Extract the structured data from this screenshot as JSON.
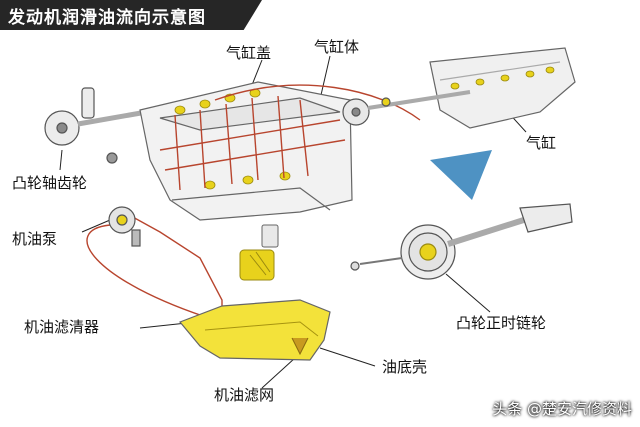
{
  "title": "发动机润滑油流向示意图",
  "labels": {
    "cylinder_head_cover": "气缸盖",
    "cylinder_block": "气缸体",
    "cylinder": "气缸",
    "camshaft_gear": "凸轮轴齿轮",
    "oil_pump": "机油泵",
    "oil_filter": "机油滤清器",
    "oil_pan": "油底壳",
    "oil_strainer": "机油滤网",
    "cam_timing_sprocket": "凸轮正时链轮"
  },
  "watermark": "头条 @楚安汽修资料",
  "colors": {
    "oil": "#e8d21c",
    "oil_flow": "#b8452e",
    "outline": "#555555",
    "accent_blue": "#2f7fb8"
  }
}
